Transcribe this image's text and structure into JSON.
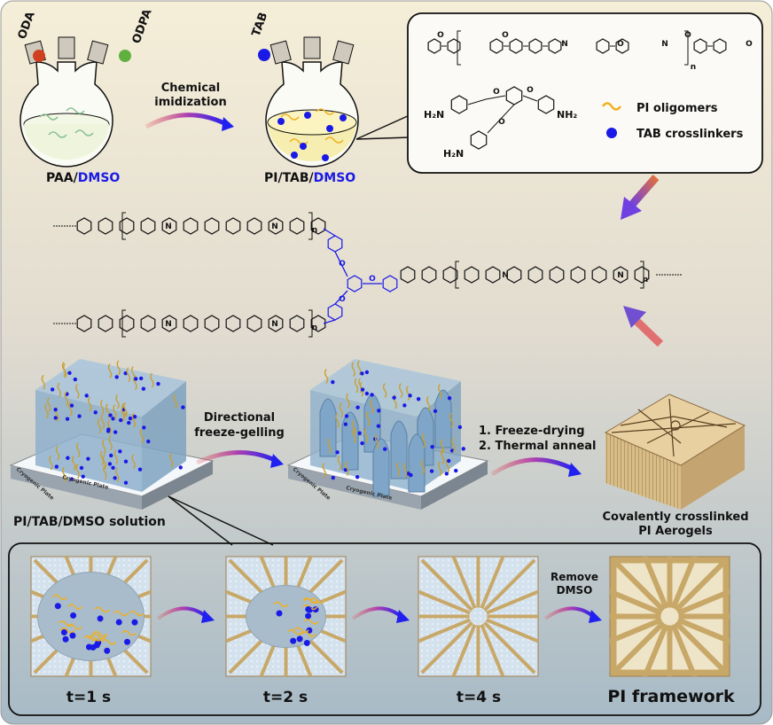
{
  "reactants": {
    "oda": "ODA",
    "odpa": "ODPA",
    "tab": "TAB"
  },
  "flask1": {
    "label_prefix": "PAA/",
    "label_solvent": "DMSO"
  },
  "flask2": {
    "label_prefix": "PI/TAB/",
    "label_solvent": "DMSO"
  },
  "step1": {
    "line1": "Chemical",
    "line2": "imidization"
  },
  "legend": {
    "oligomer": "PI oligomers",
    "crosslinker": "TAB crosslinkers"
  },
  "chem": {
    "o": "O",
    "n": "N",
    "rep": "n",
    "h2n": "H₂N",
    "nh2": "NH₂"
  },
  "step2": {
    "line1": "Directional",
    "line2": "freeze-gelling"
  },
  "step3": {
    "line1": "1. Freeze-drying",
    "line2": "2. Thermal anneal"
  },
  "plate": "Cryogenic Plate",
  "solution_label": "PI/TAB/DMSO solution",
  "aerogel_label": {
    "line1": "Covalently crosslinked",
    "line2": "PI Aerogels"
  },
  "panels": [
    {
      "label": "t=1 s"
    },
    {
      "label": "t=2 s"
    },
    {
      "label": "t=4 s"
    },
    {
      "label": "PI framework"
    }
  ],
  "remove": {
    "line1": "Remove",
    "line2": "DMSO"
  },
  "colors": {
    "oligomer": "#f0b020",
    "crosslinker": "#1a1ae6",
    "dmso": "#1a1ae6",
    "bg_top": "#f5eed8",
    "bg_bottom": "#a7bac6"
  }
}
